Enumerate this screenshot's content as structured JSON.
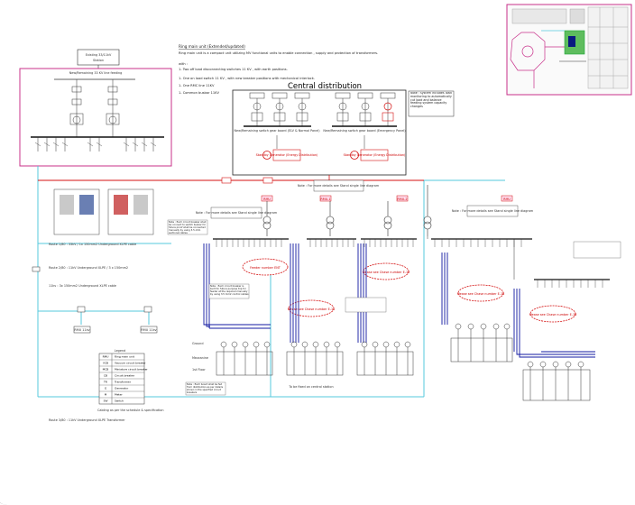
{
  "existing_station": {
    "title": "Existing 33/11kV",
    "subtitle": "Station"
  },
  "existing_panel": {
    "label": "New/Remaining 33 KV line feeding"
  },
  "scope_notes": {
    "heading": "Ring main unit (Extended/updated)",
    "lines": [
      "Ring main unit is a compact unit utilizing MV functional units to enable connection , supply and protection of transformers.",
      "with :",
      "1- Two off load disconnecting switches 11 KV , with earth positions.",
      "1- One on load switch 11 KV , with new breaker positions with mechanical interlock.",
      "1- One RMC line 11KV",
      "1- Common busbar 11KV"
    ]
  },
  "central_distribution": {
    "title": "Central distribution",
    "note": "Note : system includes load monitoring to automatically cut load and balance feeding system capacity changes",
    "switchgear_left": "New/Remaining switch gear board (ELV & Normal Panel)",
    "switchgear_right": "New/Remaining switch gear board (Emergency Panel)",
    "gen_label": "Standby Generator (Energy Distribution)"
  },
  "feeders": [
    {
      "id": "f1",
      "label": "Feeder number ENT"
    },
    {
      "id": "f2",
      "label": "Please see Chase number E-11"
    },
    {
      "id": "f3",
      "label": "Please see Chase number E-12"
    },
    {
      "id": "f4",
      "label": "Please see Chase number E-14"
    },
    {
      "id": "f5",
      "label": "Please see Chase number E-16"
    }
  ],
  "tags": {
    "rmu": "RMU",
    "rmu1": "RMU-1",
    "rmu2": "RMU-2"
  },
  "transformer_note": "Note : For more details see Stand single line diagram",
  "left_notes": [
    "Note : Each circuit breaker shall be connect to switch busbar for future proof shall be connected manually by using 3.5 ohm sectional cables",
    "Note : Each circuit breaker is built for future purpose trip for feeder at the required manually by using 3.5 mm2 control cables"
  ],
  "left_cables": [
    "Route 1/80 : 33kV / 1x 150mm2 Underground XLPE cable",
    "Route 2/80 : 11kV Underground XLPE / 3 x 150mm2",
    "11kv : 3x 150mm2 Underground XLPE cable",
    "Route 3/80 : 11kV Underground XLPE Transformer"
  ],
  "substation_labels": {
    "s1": "RMU 11kv",
    "s2": "RMU 11kv"
  },
  "row_labels": {
    "r1": "Ground",
    "r2": "Mezzanine",
    "r3": "1st Floor"
  },
  "bottom_note": "To be fixed on central station",
  "bottom_left_note": "Note : Each board shall be fed from distributors as per details shown in the specified circuit breakers",
  "legend": {
    "title": "Legend",
    "rows": [
      {
        "sym": "RMU",
        "text": "Ring main unit"
      },
      {
        "sym": "VCB",
        "text": "Vacuum circuit breaker"
      },
      {
        "sym": "MCB",
        "text": "Miniature circuit breaker"
      },
      {
        "sym": "CB",
        "text": "Circuit breaker"
      },
      {
        "sym": "TR",
        "text": "Transformer"
      },
      {
        "sym": "G",
        "text": "Generator"
      },
      {
        "sym": "M",
        "text": "Meter"
      },
      {
        "sym": "SW",
        "text": "Switch"
      }
    ],
    "footnote": "Cabling as per the schedule & specification"
  },
  "colors": {
    "magenta": "#c8308a",
    "cyan": "#55c8dd",
    "blue": "#1018a0",
    "red": "#d41010",
    "green": "#1ea43a"
  }
}
